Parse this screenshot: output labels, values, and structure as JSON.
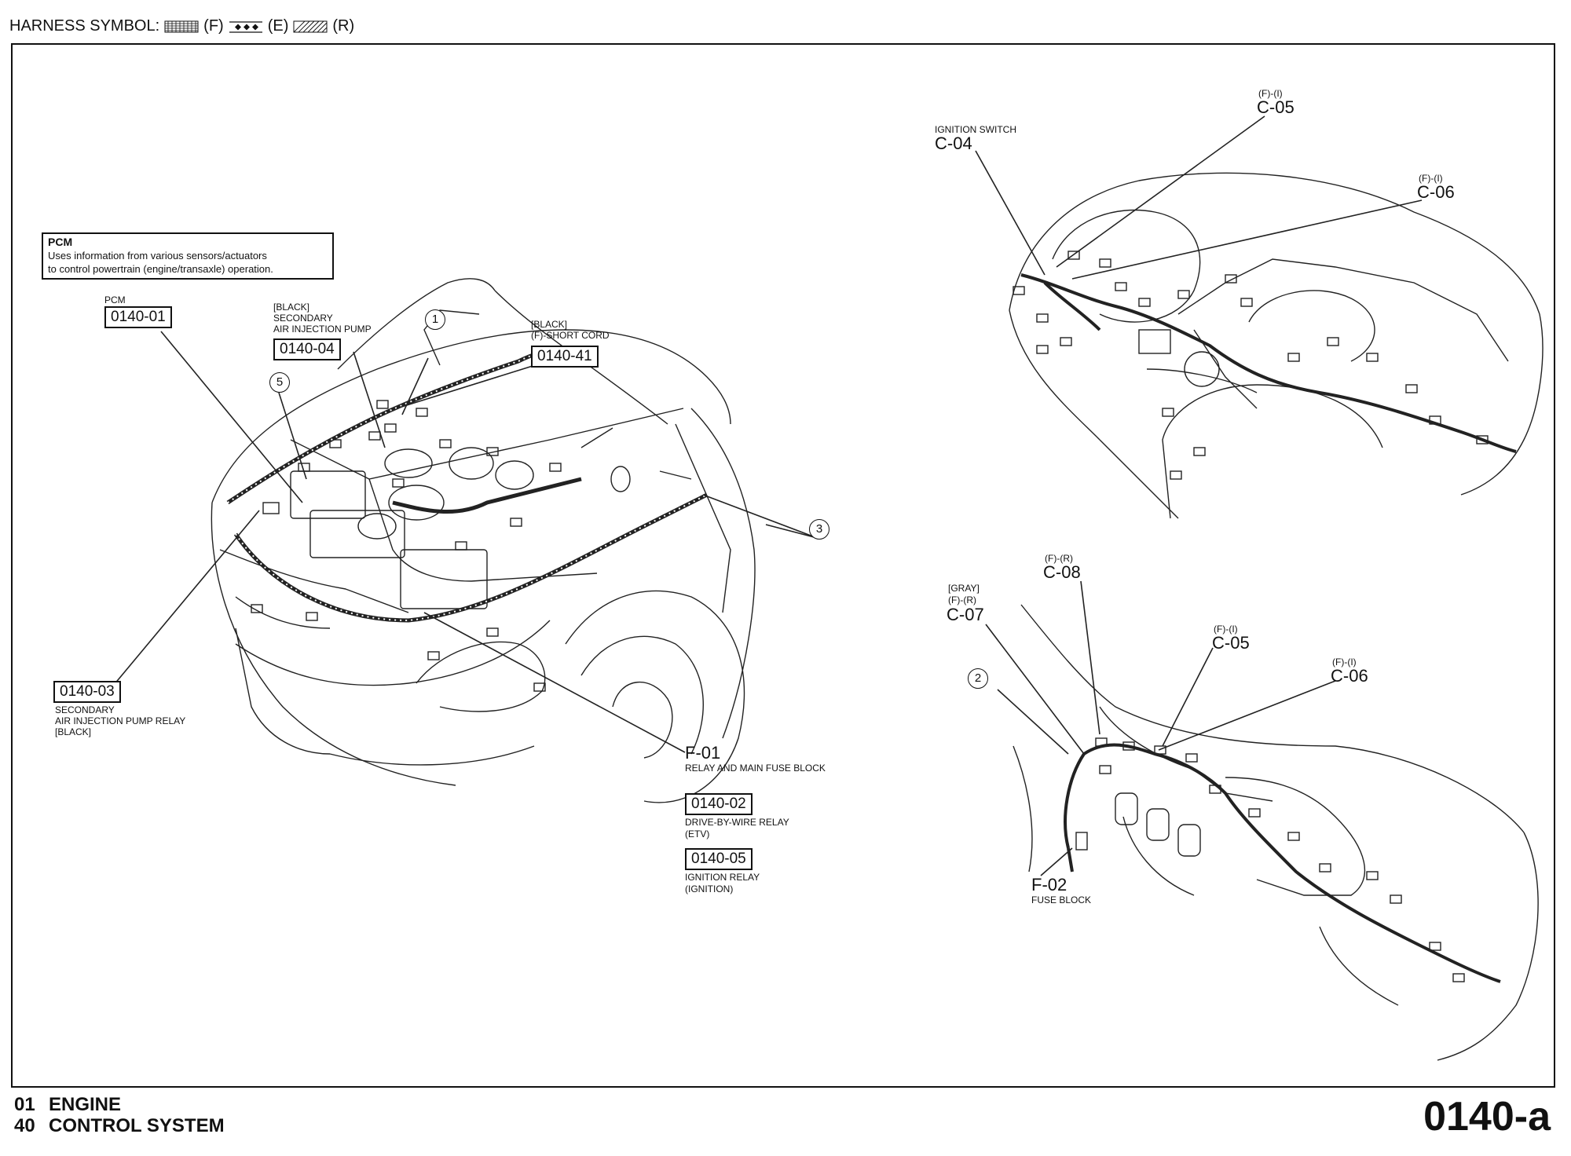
{
  "header": {
    "harness_label": "HARNESS SYMBOL:",
    "symbols": [
      "(F)",
      "(E)",
      "(R)"
    ]
  },
  "pcm_info": {
    "title": "PCM",
    "desc_line1": "Uses information from various sensors/actuators",
    "desc_line2": "to control powertrain (engine/transaxle) operation."
  },
  "engine_bay": {
    "pcm": {
      "label": "PCM",
      "code": "0140-01"
    },
    "secondary_pump": {
      "line1": "[BLACK]",
      "line2": "SECONDARY",
      "line3": "AIR INJECTION PUMP",
      "code": "0140-04"
    },
    "short_cord": {
      "line1": "[BLACK]",
      "line2": "(F)-SHORT CORD",
      "code": "0140-41"
    },
    "pump_relay": {
      "code": "0140-03",
      "line1": "SECONDARY",
      "line2": "AIR INJECTION PUMP RELAY",
      "line3": "[BLACK]"
    },
    "fuse_block": {
      "id": "F-01",
      "label": "RELAY AND MAIN FUSE BLOCK"
    },
    "dbw_relay": {
      "code": "0140-02",
      "line1": "DRIVE-BY-WIRE RELAY",
      "line2": "(ETV)"
    },
    "ign_relay": {
      "code": "0140-05",
      "line1": "IGNITION RELAY",
      "line2": "(IGNITION)"
    },
    "callouts": [
      "1",
      "5",
      "3"
    ]
  },
  "dash_top": {
    "ignition_switch": {
      "label": "IGNITION SWITCH",
      "id": "C-04"
    },
    "c05": {
      "tag": "(F)-(I)",
      "id": "C-05"
    },
    "c06": {
      "tag": "(F)-(I)",
      "id": "C-06"
    }
  },
  "dash_bottom": {
    "c08": {
      "tag": "(F)-(R)",
      "id": "C-08"
    },
    "c07": {
      "line1": "[GRAY]",
      "tag": "(F)-(R)",
      "id": "C-07"
    },
    "c05": {
      "tag": "(F)-(I)",
      "id": "C-05"
    },
    "c06": {
      "tag": "(F)-(I)",
      "id": "C-06"
    },
    "f02": {
      "id": "F-02",
      "label": "FUSE BLOCK"
    },
    "callout": "2"
  },
  "footer": {
    "line1_num": "01",
    "line1_text": "ENGINE",
    "line2_num": "40",
    "line2_text": "CONTROL SYSTEM",
    "page_code": "0140-a"
  }
}
